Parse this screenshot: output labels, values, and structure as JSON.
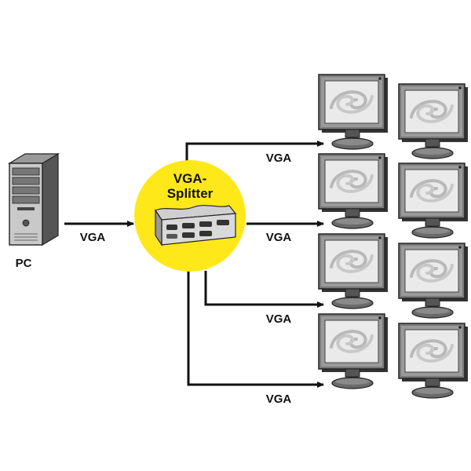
{
  "pc": {
    "label": "PC"
  },
  "splitter": {
    "line1": "VGA-",
    "line2": "Splitter"
  },
  "connections": {
    "input_label": "VGA",
    "outputs": [
      "VGA",
      "VGA",
      "VGA",
      "VGA"
    ]
  },
  "colors": {
    "splitter_fill": "#ffe81a",
    "line": "#111111",
    "screen": "#e9e9e9",
    "bezel": "#666666"
  },
  "icons": {
    "pc": "tower-pc-icon",
    "splitter_device": "vga-splitter-device-icon",
    "monitor": "crt-monitor-icon"
  },
  "monitor_count": 8
}
